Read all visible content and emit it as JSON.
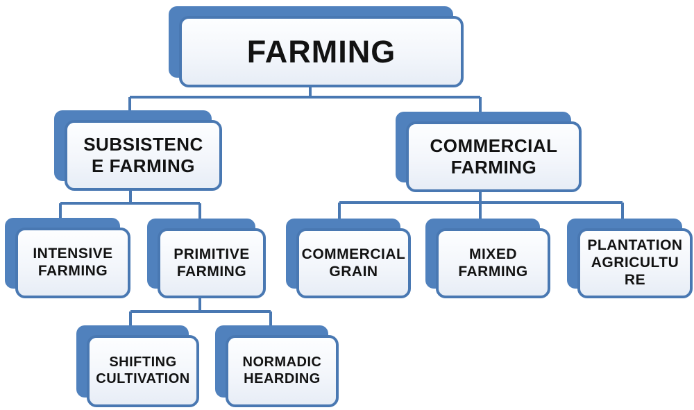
{
  "diagram": {
    "type": "hierarchy-flowchart",
    "accent_color": "#5081bd",
    "line_color": "#4978b2",
    "text_color": "#121212",
    "nodes": {
      "farming": {
        "label": "FARMING"
      },
      "subsistence": {
        "label": "SUBSISTENC\nE FARMING"
      },
      "commercial": {
        "label": "COMMERCIAL\nFARMING"
      },
      "intensive": {
        "label": "INTENSIVE\nFARMING"
      },
      "primitive": {
        "label": "PRIMITIVE\nFARMING"
      },
      "grain": {
        "label": "COMMERCIAL\nGRAIN"
      },
      "mixed": {
        "label": "MIXED\nFARMING"
      },
      "plantation": {
        "label": "PLANTATION\nAGRICULTU\nRE"
      },
      "shifting": {
        "label": "SHIFTING\nCULTIVATION"
      },
      "normadic": {
        "label": "NORMADIC\nHEARDING"
      }
    },
    "edges": [
      {
        "from": "farming",
        "to": "subsistence"
      },
      {
        "from": "farming",
        "to": "commercial"
      },
      {
        "from": "subsistence",
        "to": "intensive"
      },
      {
        "from": "subsistence",
        "to": "primitive"
      },
      {
        "from": "commercial",
        "to": "grain"
      },
      {
        "from": "commercial",
        "to": "mixed"
      },
      {
        "from": "commercial",
        "to": "plantation"
      },
      {
        "from": "primitive",
        "to": "shifting"
      },
      {
        "from": "primitive",
        "to": "normadic"
      }
    ]
  }
}
